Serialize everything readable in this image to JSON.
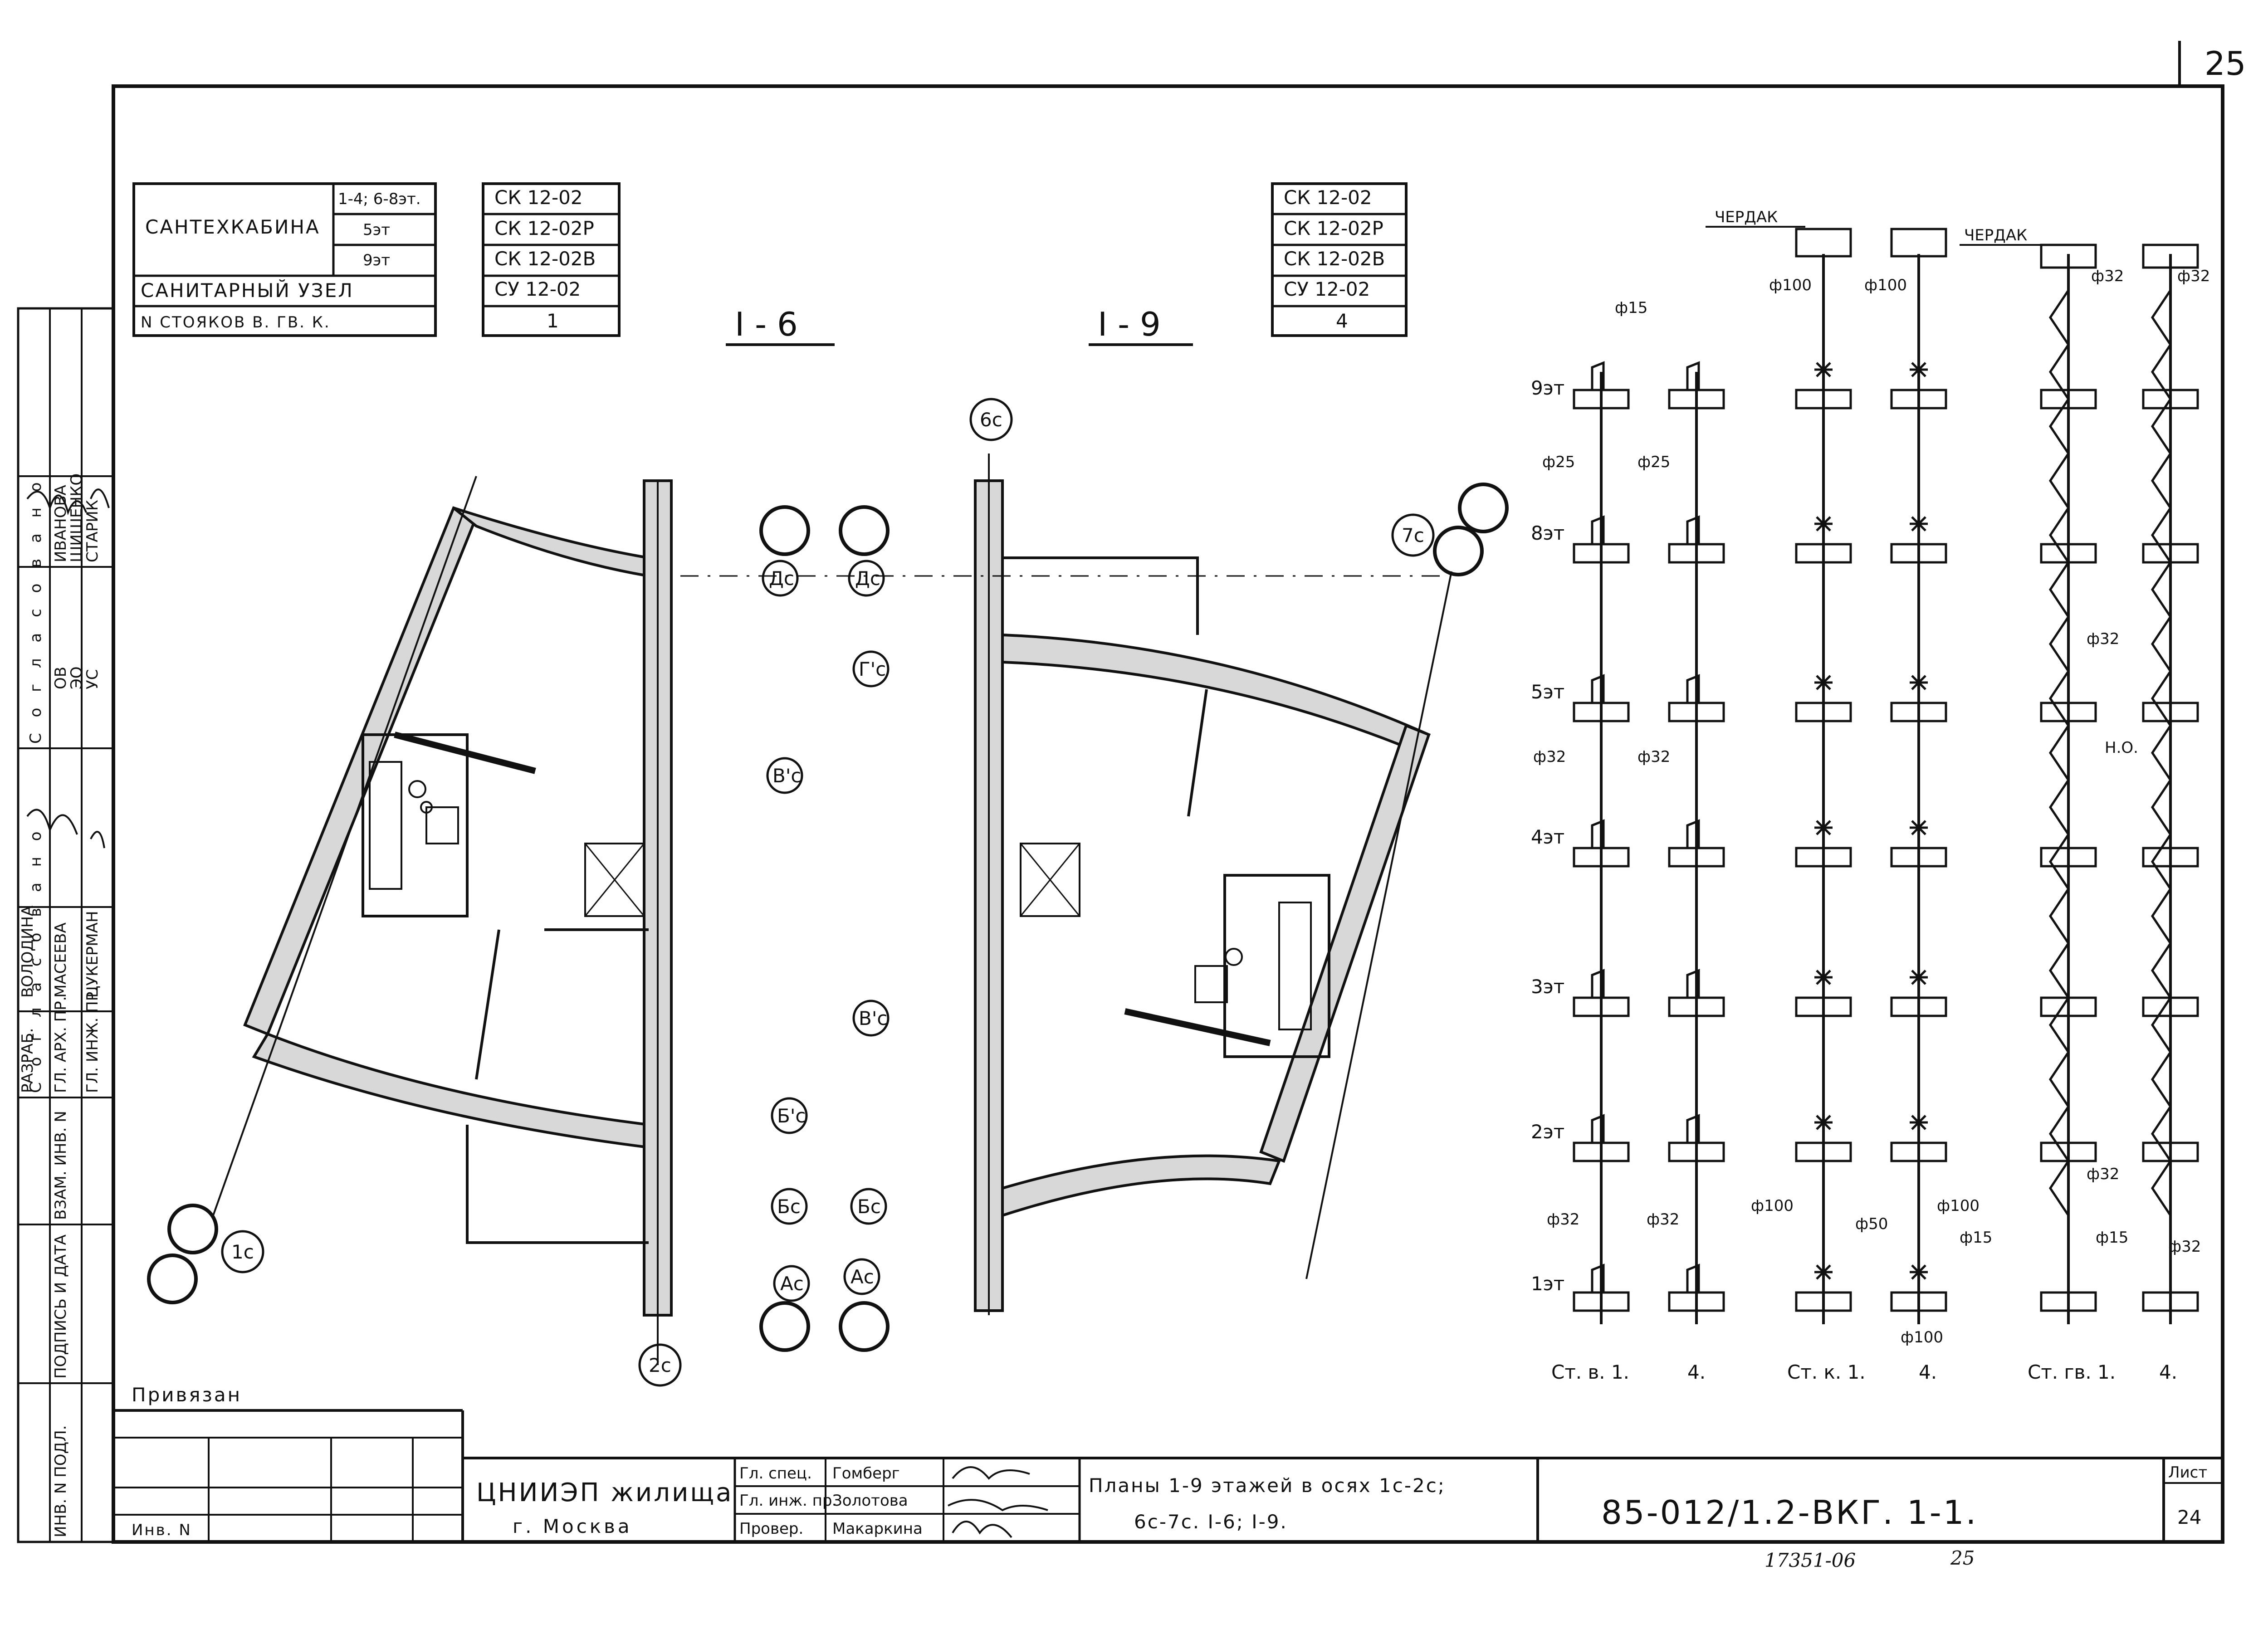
{
  "page_number": "25",
  "spec_table": {
    "rows": [
      {
        "label": "САНТЕХКАБИНА",
        "sub": "1-4; 6-8эт.",
        "i6": "СК 12-02",
        "i9": "СК 12-02"
      },
      {
        "label": "",
        "sub": "5эт",
        "i6": "СК 12-02Р",
        "i9": "СК 12-02Р"
      },
      {
        "label": "",
        "sub": "9эт",
        "i6": "СК 12-02В",
        "i9": "СК 12-02В"
      },
      {
        "label": "САНИТАРНЫЙ УЗЕЛ",
        "sub": "",
        "i6": "СУ 12-02",
        "i9": "СУ 12-02"
      },
      {
        "label": "N СТОЯКОВ В. ГВ. К.",
        "sub": "",
        "i6": "1",
        "i9": "4"
      }
    ]
  },
  "plan_titles": {
    "left": "I - 6",
    "right": "I - 9"
  },
  "axis_labels": {
    "a_left": "Ас",
    "a_right": "Ас",
    "b_left": "Бс",
    "b_right": "Бс",
    "b1": "Б'с",
    "v1_left": "В'с",
    "v1_right": "В'с",
    "g1": "Г'с",
    "d_left": "Дс",
    "d_right": "Дс",
    "c1": "1с",
    "c2": "2с",
    "c6": "6с",
    "c7": "7с"
  },
  "risers": {
    "floors": [
      "9эт",
      "8эт",
      "5эт",
      "4эт",
      "3эт",
      "2эт",
      "1эт"
    ],
    "attic": "ЧЕРДАК",
    "d15": "ф15",
    "d25": "ф25",
    "d32": "ф32",
    "d100": "ф100",
    "d50": "ф50",
    "no_label": "Н.О.",
    "captions": {
      "water": "Ст. в. 1.",
      "water_num": "4.",
      "sewer": "Ст. к. 1.",
      "sewer_num": "4.",
      "hot": "Ст. гв. 1.",
      "hot_num": "4."
    }
  },
  "side_stamp": {
    "agreed": "С о г л а с о в а н о",
    "roles": [
      "РАЗРАБ.",
      "ГЛ. АРХ. ПР.",
      "ГЛ. ИНЖ. ПР."
    ],
    "names": [
      "ВОЛОДИНА",
      "МАСЕЕВА",
      "ЦУКЕРМАН"
    ],
    "depts": [
      "ОВ",
      "ЭО",
      "УС"
    ],
    "dept_names": [
      "ИВАНОВА",
      "ШИШЕНКО",
      "СТАРИК"
    ],
    "inv_sub": "ВЗАМ. ИНВ. N",
    "sign_date": "ПОДПИСЬ И ДАТА",
    "inv_orig": "ИНВ. N ПОДЛ."
  },
  "title_block": {
    "privyazan": "Привязан",
    "inv": "Инв. N",
    "org": "ЦНИИЭП жилища",
    "city": "г. Москва",
    "roles": [
      "Гл. спец.",
      "Гл. инж. пр.",
      "Провер."
    ],
    "names": [
      "Гомберг",
      "Золотова",
      "Макаркина"
    ],
    "sheet_title_1": "Планы 1-9 этажей в осях 1с-2с;",
    "sheet_title_2": "6с-7с. I-6; I-9.",
    "code": "85-012/1.2-ВКГ. 1-1.",
    "list_label": "Лист",
    "list_no": "24",
    "footer": "17351-06",
    "footer_page": "25"
  },
  "colors": {
    "ink": "#111111",
    "wall_fill": "#d8d8d8",
    "paper": "#ffffff"
  }
}
